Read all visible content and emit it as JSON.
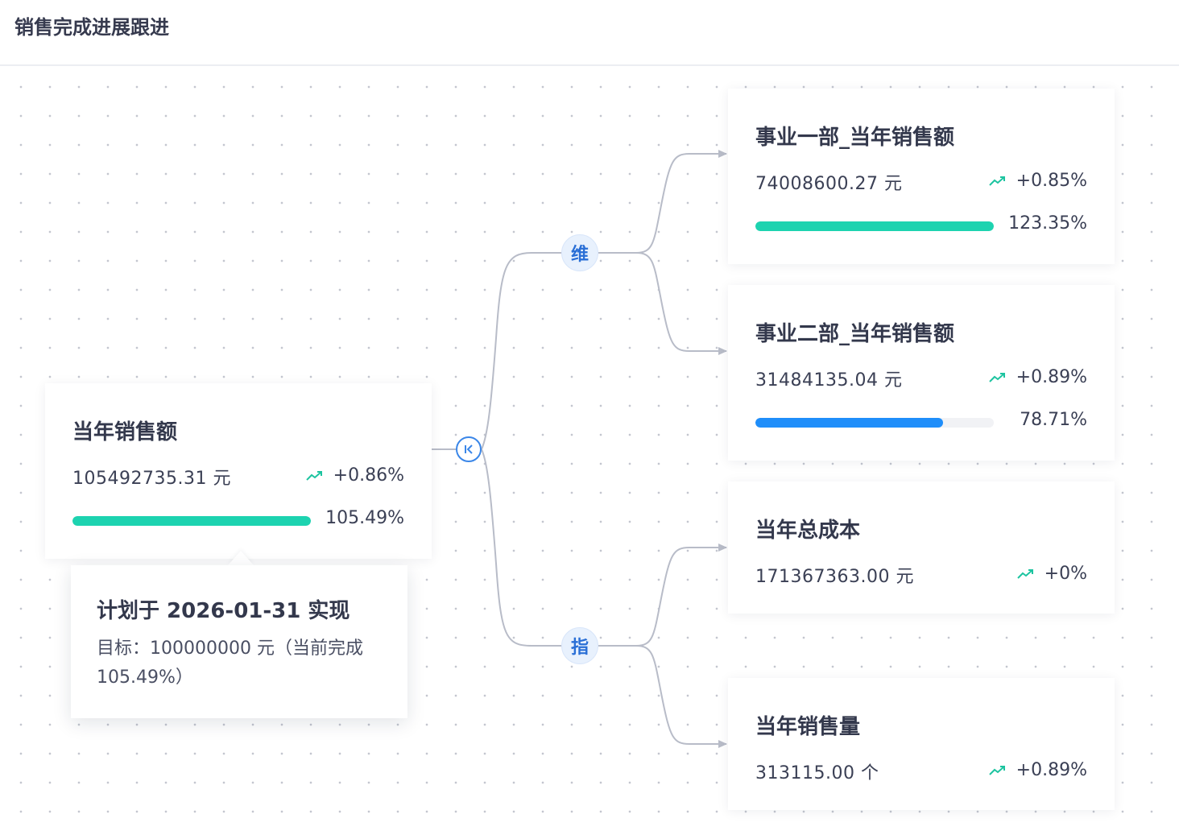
{
  "page": {
    "title": "销售完成进展跟进"
  },
  "root": {
    "title": "当年销售额",
    "value": "105492735.31 元",
    "trend": "+0.86%",
    "progress": 1.0549,
    "progress_label": "105.49%",
    "bar_color": "#1dd3b0"
  },
  "tooltip": {
    "title": "计划于 2026-01-31 实现",
    "body": "目标：100000000 元（当前完成105.49%）"
  },
  "branches": {
    "dimension": {
      "label": "维"
    },
    "metric": {
      "label": "指"
    }
  },
  "cards": [
    {
      "title": "事业一部_当年销售额",
      "value": "74008600.27 元",
      "trend": "+0.85%",
      "progress": 1.2335,
      "progress_label": "123.35%",
      "bar_color": "#1dd3b0"
    },
    {
      "title": "事业二部_当年销售额",
      "value": "31484135.04 元",
      "trend": "+0.89%",
      "progress": 0.7871,
      "progress_label": "78.71%",
      "bar_color": "#1f8efa"
    },
    {
      "title": "当年总成本",
      "value": "171367363.00 元",
      "trend": "+0%"
    },
    {
      "title": "当年销售量",
      "value": "313115.00 个",
      "trend": "+0.89%"
    }
  ],
  "colors": {
    "trend_up": "#1dc4a0",
    "link": "#b8bcc8",
    "accent": "#3a86e8"
  },
  "icons": {
    "trend": "trend-up-icon",
    "collapse": "collapse-left-icon"
  }
}
